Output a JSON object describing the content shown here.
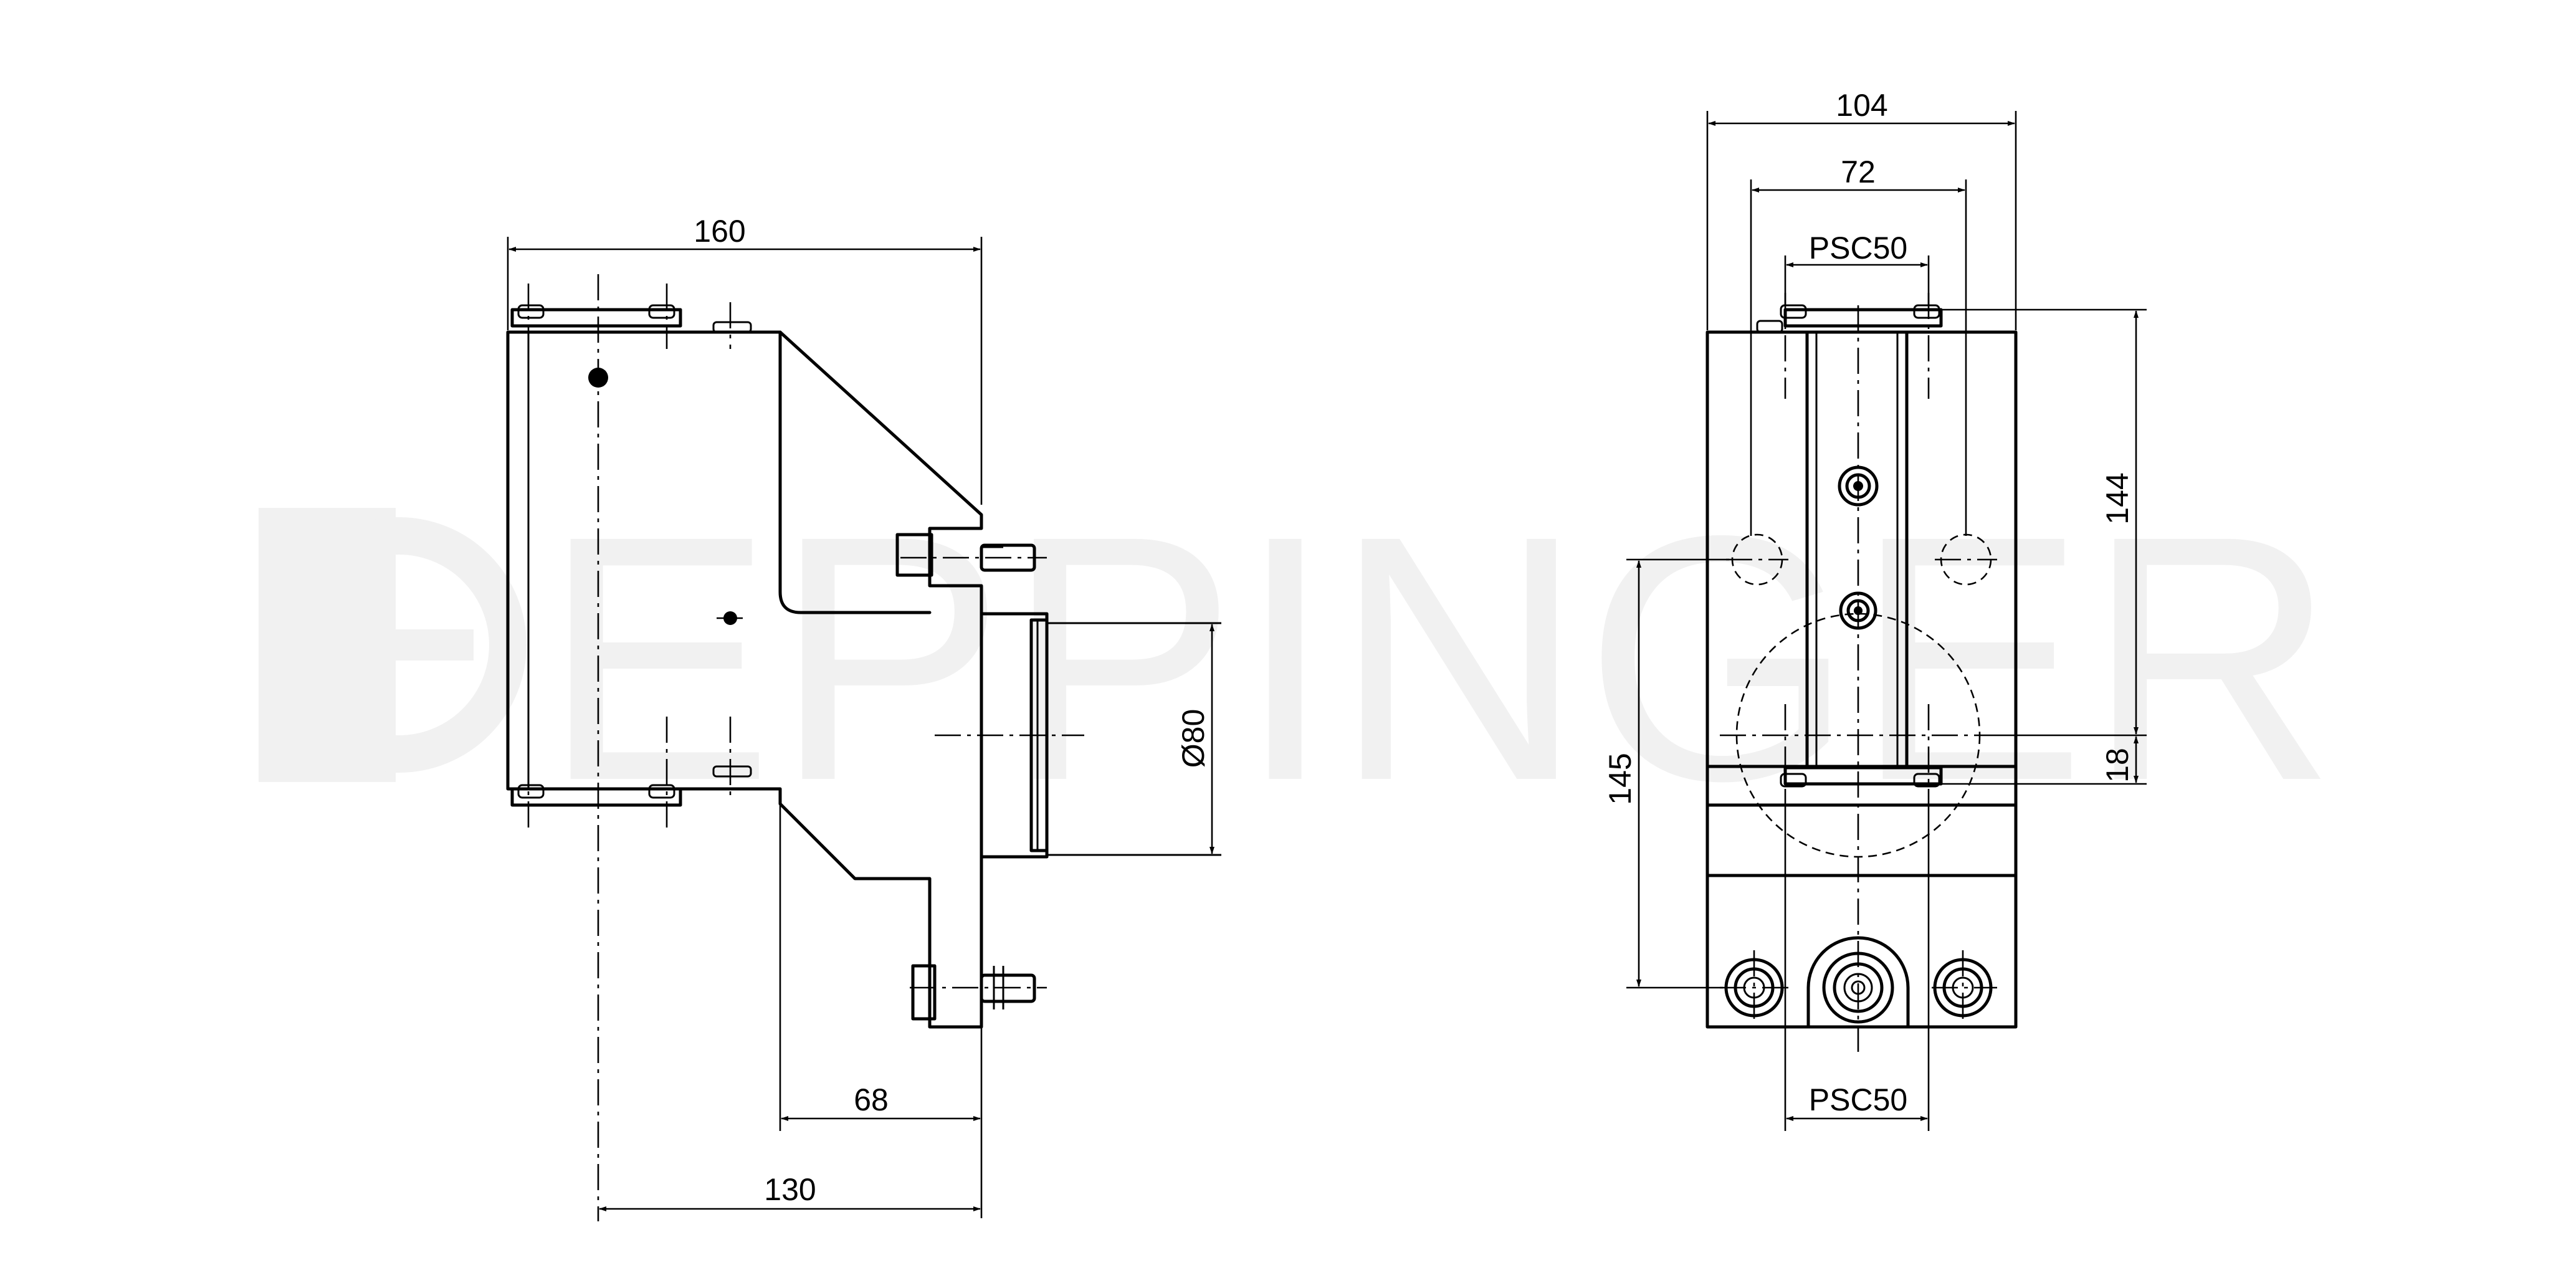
{
  "watermark": {
    "text": "EPPINGER",
    "color": "#f1f1f1"
  },
  "colors": {
    "line": "#000000",
    "background": "#ffffff"
  },
  "side_view": {
    "dim_overall_width": "160",
    "dim_bottom_130": "130",
    "dim_bottom_68": "68",
    "dim_diameter": "Ø80"
  },
  "front_view": {
    "dim_overall_width": "104",
    "dim_72": "72",
    "dim_top_interface": "PSC50",
    "dim_bottom_interface": "PSC50",
    "dim_height_144": "144",
    "dim_height_145": "145",
    "dim_18": "18"
  }
}
